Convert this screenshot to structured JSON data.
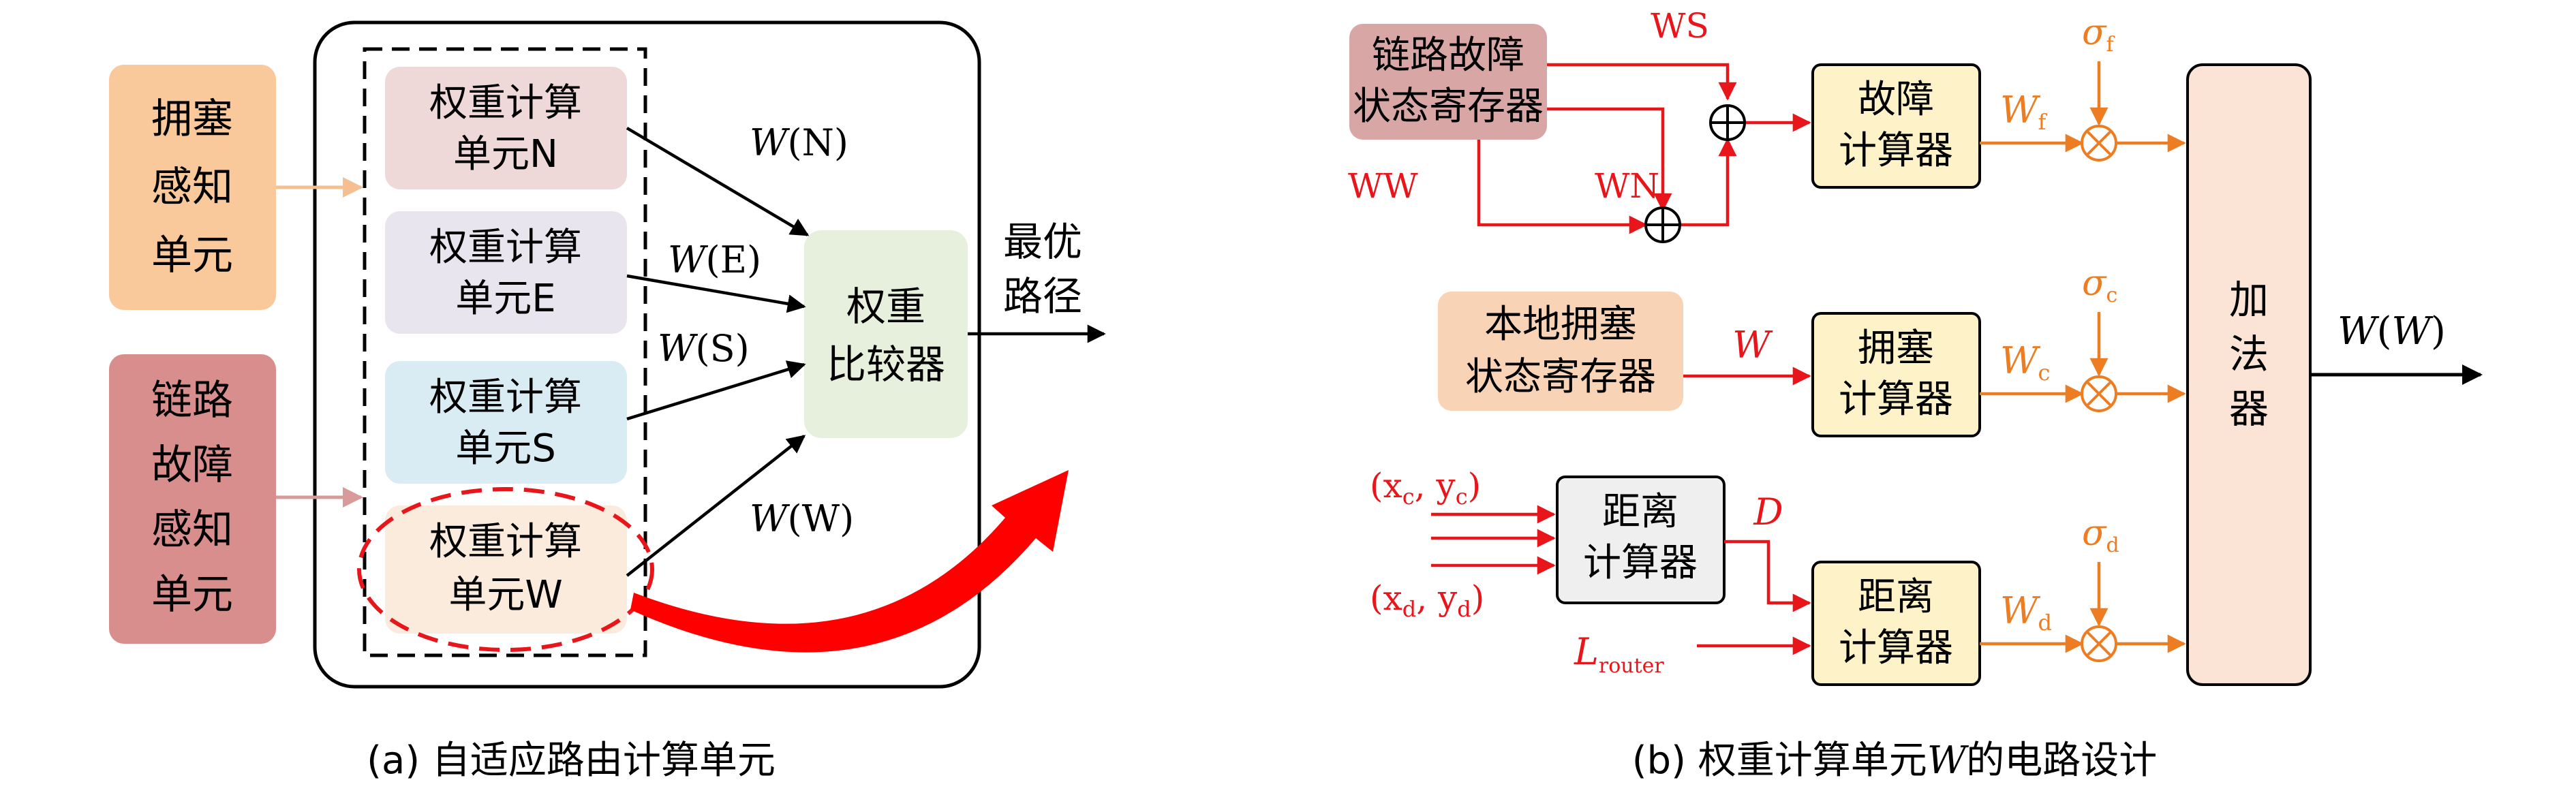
{
  "panel_a": {
    "caption": "(a) 自适应路由计算单元",
    "congestion_unit": [
      "拥塞",
      "感知",
      "单元"
    ],
    "fault_unit": [
      "链路",
      "故障",
      "感知",
      "单元"
    ],
    "weight_units": [
      {
        "line1": "权重计算",
        "line2": "单元N"
      },
      {
        "line1": "权重计算",
        "line2": "单元E"
      },
      {
        "line1": "权重计算",
        "line2": "单元S"
      },
      {
        "line1": "权重计算",
        "line2": "单元W"
      }
    ],
    "signal_labels": {
      "wn_pre": "W",
      "wn_post": "(N)",
      "we_pre": "W",
      "we_post": "(E)",
      "ws_pre": "W",
      "ws_post": "(S)",
      "ww_pre": "W",
      "ww_post": "(W)"
    },
    "comparator": [
      "权重",
      "比较器"
    ],
    "output": [
      "最优",
      "路径"
    ]
  },
  "panel_b": {
    "caption_pre": "(b) 权重计算单元",
    "caption_var": "W",
    "caption_post": "的电路设计",
    "fault_register": [
      "链路故障",
      "状态寄存器"
    ],
    "congestion_register": [
      "本地拥塞",
      "状态寄存器"
    ],
    "distance_calc_1": [
      "距离",
      "计算器"
    ],
    "fault_calc": [
      "故障",
      "计算器"
    ],
    "congestion_calc": [
      "拥塞",
      "计算器"
    ],
    "distance_calc_2": [
      "距离",
      "计算器"
    ],
    "adder": [
      "加",
      "法",
      "器"
    ],
    "labels": {
      "ws": "WS",
      "ww": "WW",
      "wn": "WN",
      "w_in": "W",
      "d": "D",
      "xc_open": "(x",
      "xc_sub": "c",
      "yc_mid": ", y",
      "yc_sub": "c",
      "xc_close": ")",
      "xd_open": "(x",
      "xd_sub": "d",
      "yd_mid": ", y",
      "yd_sub": "d",
      "xd_close": ")",
      "l_main": "L",
      "l_sub": "router",
      "wf_main": "W",
      "wf_sub": "f",
      "wc_main": "W",
      "wc_sub": "c",
      "wd_main": "W",
      "wd_sub": "d",
      "sf_main": "σ",
      "sf_sub": "f",
      "sc_main": "σ",
      "sc_sub": "c",
      "sd_main": "σ",
      "sd_sub": "d",
      "out_a": "W",
      "out_b": "(",
      "out_c": "W",
      "out_d": ")"
    }
  },
  "colors": {
    "congestion_fill": "#f9c89b",
    "fault_fill": "#d98e8e",
    "unit_n_fill": "#eed8d8",
    "unit_e_fill": "#e9e5ee",
    "unit_s_fill": "#d9ecf3",
    "unit_w_fill": "#fbebdc",
    "comparator_fill": "#e7f0dc",
    "fault_reg_fill": "#d9a6a6",
    "cong_reg_fill": "#f8d3b5",
    "calc_fill": "#fdf2c8",
    "dist_fill": "#efefef",
    "adder_fill": "#fbe4d5",
    "red": "#e8161b",
    "orange": "#ec7d22"
  }
}
